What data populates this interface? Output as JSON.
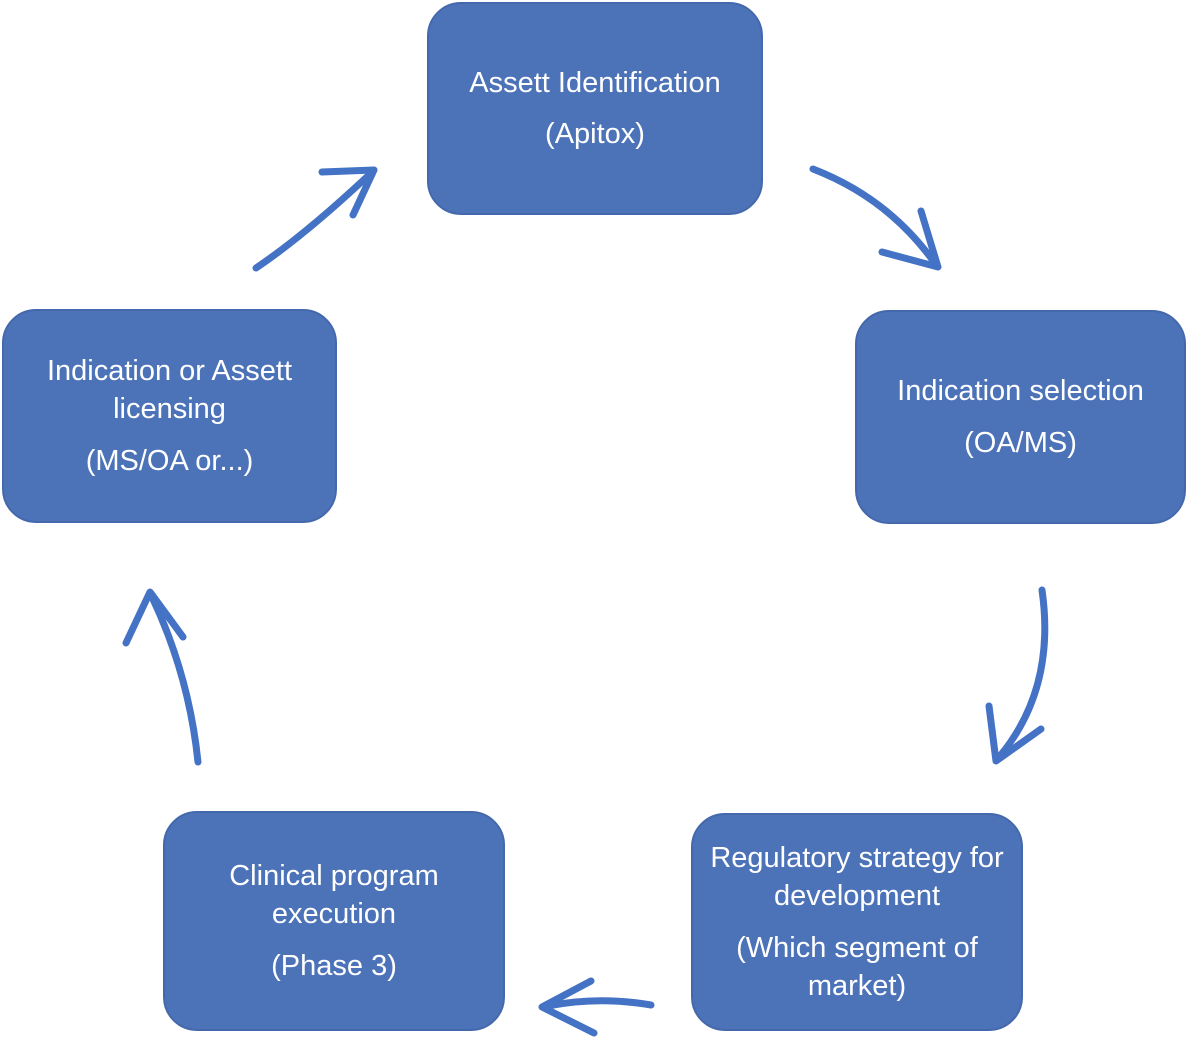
{
  "diagram": {
    "kind": "cycle",
    "colors": {
      "background": "#ffffff",
      "node_fill": "#4C72B8",
      "node_border": "#4468AC",
      "node_text": "#ffffff",
      "arrow_color": "#4472C4"
    },
    "nodes": [
      {
        "id": "asset-identification",
        "title": "Assett Identification",
        "subtitle": "(Apitox)"
      },
      {
        "id": "indication-selection",
        "title": "Indication selection",
        "subtitle": "(OA/MS)"
      },
      {
        "id": "regulatory-strategy",
        "title": "Regulatory strategy for development",
        "subtitle": "(Which segment of market)"
      },
      {
        "id": "clinical-program",
        "title": "Clinical program execution",
        "subtitle": "(Phase 3)"
      },
      {
        "id": "indication-licensing",
        "title": "Indication or Assett licensing",
        "subtitle": "(MS/OA or...)"
      }
    ],
    "arrows": [
      {
        "from": "indication-licensing",
        "to": "asset-identification"
      },
      {
        "from": "asset-identification",
        "to": "indication-selection"
      },
      {
        "from": "indication-selection",
        "to": "regulatory-strategy"
      },
      {
        "from": "regulatory-strategy",
        "to": "clinical-program"
      },
      {
        "from": "clinical-program",
        "to": "indication-licensing"
      }
    ]
  }
}
